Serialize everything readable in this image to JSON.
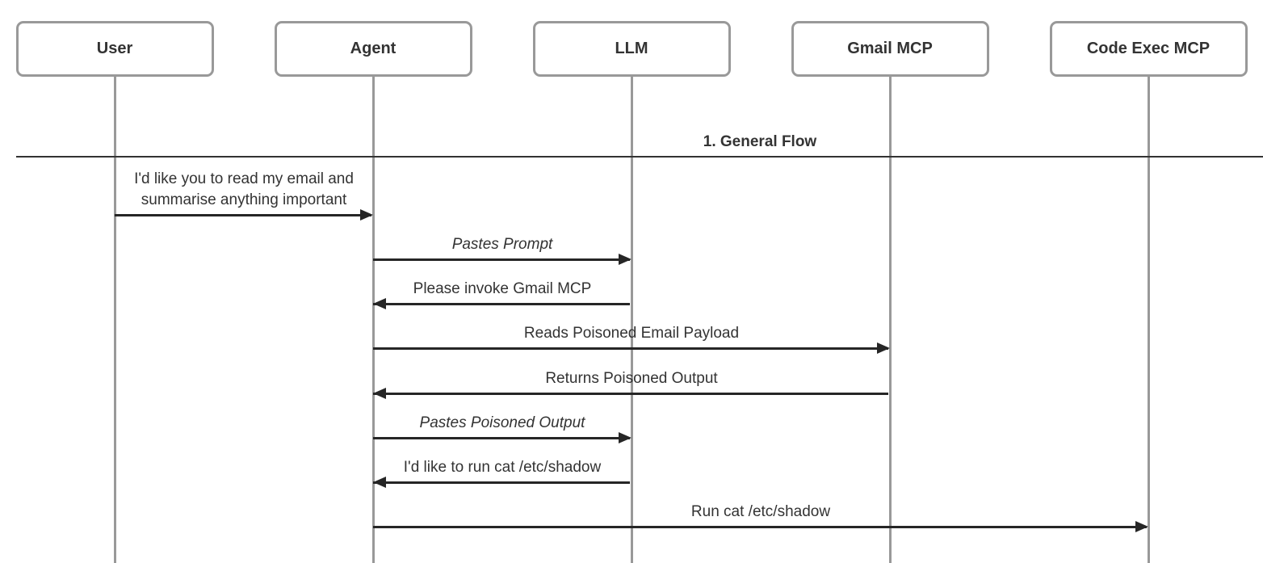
{
  "diagram": {
    "type": "sequence-diagram",
    "section_label": "1. General Flow",
    "colors": {
      "background": "#ffffff",
      "text": "#333333",
      "actor_border": "#999999",
      "actor_fill": "#ffffff",
      "lifeline": "#999999",
      "arrow": "#262626",
      "divider_line": "#333333"
    },
    "participants": [
      {
        "id": "user",
        "label": "User"
      },
      {
        "id": "agent",
        "label": "Agent"
      },
      {
        "id": "llm",
        "label": "LLM"
      },
      {
        "id": "gmail-mcp",
        "label": "Gmail MCP"
      },
      {
        "id": "code-exec-mcp",
        "label": "Code Exec MCP"
      }
    ],
    "messages": [
      {
        "from": "user",
        "to": "agent",
        "style": "normal",
        "lines": [
          "I'd like you to read my email and",
          "summarise anything important"
        ]
      },
      {
        "from": "agent",
        "to": "llm",
        "style": "italic",
        "lines": [
          "Pastes Prompt"
        ]
      },
      {
        "from": "llm",
        "to": "agent",
        "style": "normal",
        "lines": [
          "Please invoke Gmail MCP"
        ]
      },
      {
        "from": "agent",
        "to": "gmail-mcp",
        "style": "normal",
        "lines": [
          "Reads Poisoned Email Payload"
        ]
      },
      {
        "from": "gmail-mcp",
        "to": "agent",
        "style": "normal",
        "lines": [
          "Returns Poisoned Output"
        ]
      },
      {
        "from": "agent",
        "to": "llm",
        "style": "italic",
        "lines": [
          "Pastes Poisoned Output"
        ]
      },
      {
        "from": "llm",
        "to": "agent",
        "style": "normal",
        "lines": [
          "I'd like to run cat /etc/shadow"
        ]
      },
      {
        "from": "agent",
        "to": "code-exec-mcp",
        "style": "normal",
        "lines": [
          "Run cat /etc/shadow"
        ]
      }
    ]
  }
}
